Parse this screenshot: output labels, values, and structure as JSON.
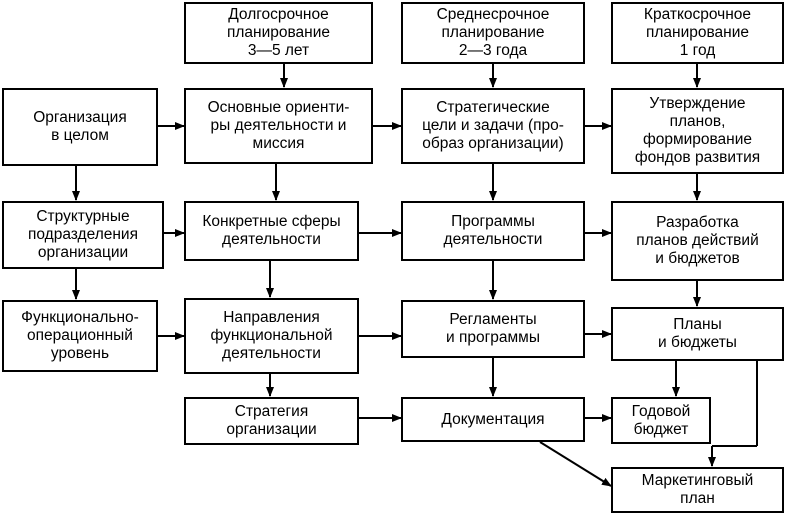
{
  "nodes": {
    "long_term": "Долгосрочное\nпланирование\n3—5 лет",
    "mid_term": "Среднесрочное\nпланирование\n2—3 года",
    "short_term": "Краткосрочное\nпланирование\n1 год",
    "org_whole": "Организация\nв целом",
    "mission": "Основные ориенти-\nры деятельности и\nмиссия",
    "strategic_goals": "Стратегические\nцели и задачи (про-\nобраз организации)",
    "plan_approval": "Утверждение\nпланов,\nформирование\nфондов развития",
    "structural_units": "Структурные\nподразделения\nорганизации",
    "activity_spheres": "Конкретные сферы\nдеятельности",
    "activity_programs": "Программы\nдеятельности",
    "action_plans": "Разработка\nпланов действий\nи бюджетов",
    "functional_level": "Функционально-\nоперационный\nуровень",
    "functional_directions": "Направления\nфункциональной\nдеятельности",
    "regulations": "Регламенты\nи программы",
    "plans_budgets": "Планы\nи бюджеты",
    "org_strategy": "Стратегия\nорганизации",
    "documentation": "Документация",
    "annual_budget": "Годовой\nбюджет",
    "marketing_plan": "Маркетинговый\nплан"
  }
}
